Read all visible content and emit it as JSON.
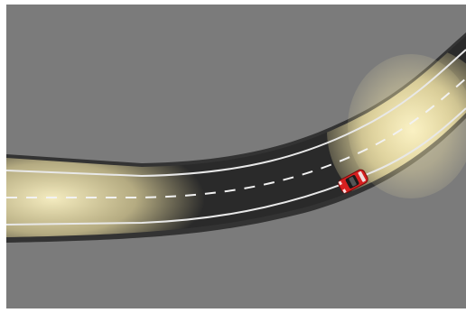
{
  "scene": {
    "ground_color": "#7b7b7b",
    "road_color": "#2a2a2a",
    "edge_line_color": "#e8e8e8",
    "center_line_color": "#f2f2f2",
    "headlight_glow_color": "#fff0b0",
    "car_body_color": "#d62020",
    "icons": [
      "road-curve",
      "car",
      "headlight-beam"
    ]
  }
}
